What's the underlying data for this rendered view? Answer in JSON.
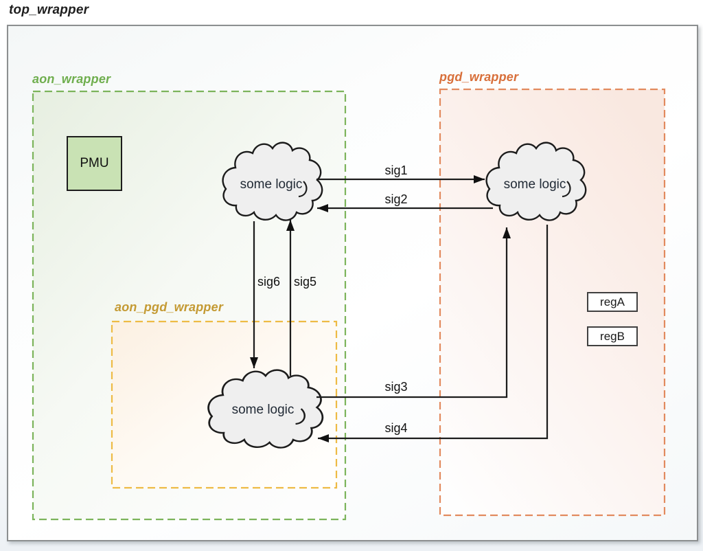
{
  "title": {
    "label": "top_wrapper"
  },
  "wrappers": {
    "aon": {
      "label": "aon_wrapper",
      "accent": "#7cb45b"
    },
    "pgd": {
      "label": "pgd_wrapper",
      "accent": "#e28a5e"
    },
    "aon_pgd": {
      "label": "aon_pgd_wrapper",
      "accent": "#eebb45"
    }
  },
  "blocks": {
    "pmu": {
      "label": "PMU",
      "fill": "#c9e2b4"
    },
    "aon_logic": {
      "label": "some logic"
    },
    "pgd_logic": {
      "label": "some logic"
    },
    "aon_pgd_logic": {
      "label": "some logic"
    },
    "regA": {
      "label": "regA"
    },
    "regB": {
      "label": "regB"
    }
  },
  "signals": {
    "sig1": {
      "label": "sig1",
      "from": "aon_logic",
      "to": "pgd_logic"
    },
    "sig2": {
      "label": "sig2",
      "from": "pgd_logic",
      "to": "aon_logic"
    },
    "sig3": {
      "label": "sig3",
      "from": "aon_pgd_logic",
      "to": "pgd_logic"
    },
    "sig4": {
      "label": "sig4",
      "from": "pgd_logic",
      "to": "aon_pgd_logic"
    },
    "sig5": {
      "label": "sig5",
      "from": "aon_pgd_logic",
      "to": "aon_logic"
    },
    "sig6": {
      "label": "sig6",
      "from": "aon_logic",
      "to": "aon_pgd_logic"
    }
  }
}
